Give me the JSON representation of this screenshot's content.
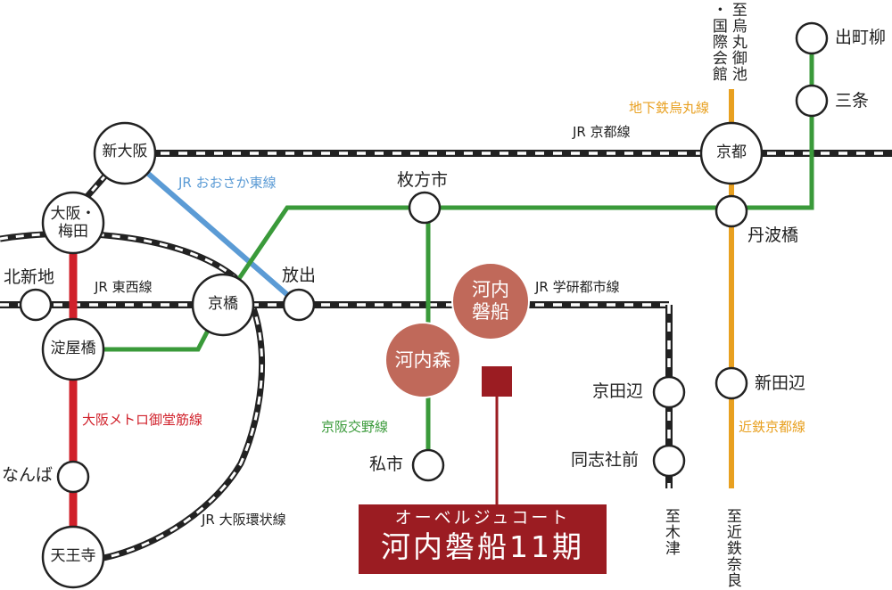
{
  "colors": {
    "jr": "#222222",
    "osaka_higashi": "#5b9bd5",
    "keihan": "#3a9a3a",
    "karasuma": "#e8a020",
    "midosuji": "#d0202a",
    "hub_fill": "#c0695a",
    "property": "#9b1c22"
  },
  "stations": {
    "shin_osaka": "新大阪",
    "osaka_umeda": "大阪・\n梅田",
    "kitashinchi": "北新地",
    "yodoyabashi": "淀屋橋",
    "namba": "なんば",
    "tennoji": "天王寺",
    "kyobashi": "京橋",
    "hanaten": "放出",
    "hirakatashi": "枚方市",
    "kawachimori": "河内森",
    "kawachi_iwafune": "河内\n磐船",
    "kisaichi": "私市",
    "kyotanabe": "京田辺",
    "doshishamae": "同志社前",
    "kyoto": "京都",
    "tambabashi": "丹波橋",
    "shintanabe": "新田辺",
    "demachiyanagi": "出町柳",
    "sanjo": "三条"
  },
  "lines": {
    "jr_kyoto": "JR 京都線",
    "jr_osaka_higashi": "JR おおさか東線",
    "jr_tozai": "JR 東西線",
    "jr_gakkentoshi": "JR 学研都市線",
    "karasuma": "地下鉄烏丸線",
    "midosuji": "大阪メトロ御堂筋線",
    "keihan_katano": "京阪交野線",
    "kintetsu_kyoto": "近鉄京都線",
    "jr_loop": "JR 大阪環状線"
  },
  "directions": {
    "karasuma_north": "至烏丸御池",
    "karasuma_north_sub": "・国際会館",
    "kizu": "至木津",
    "nara": "至近鉄奈良"
  },
  "property": {
    "subtitle": "オーベルジュコート",
    "name": "河内磐船11期"
  }
}
